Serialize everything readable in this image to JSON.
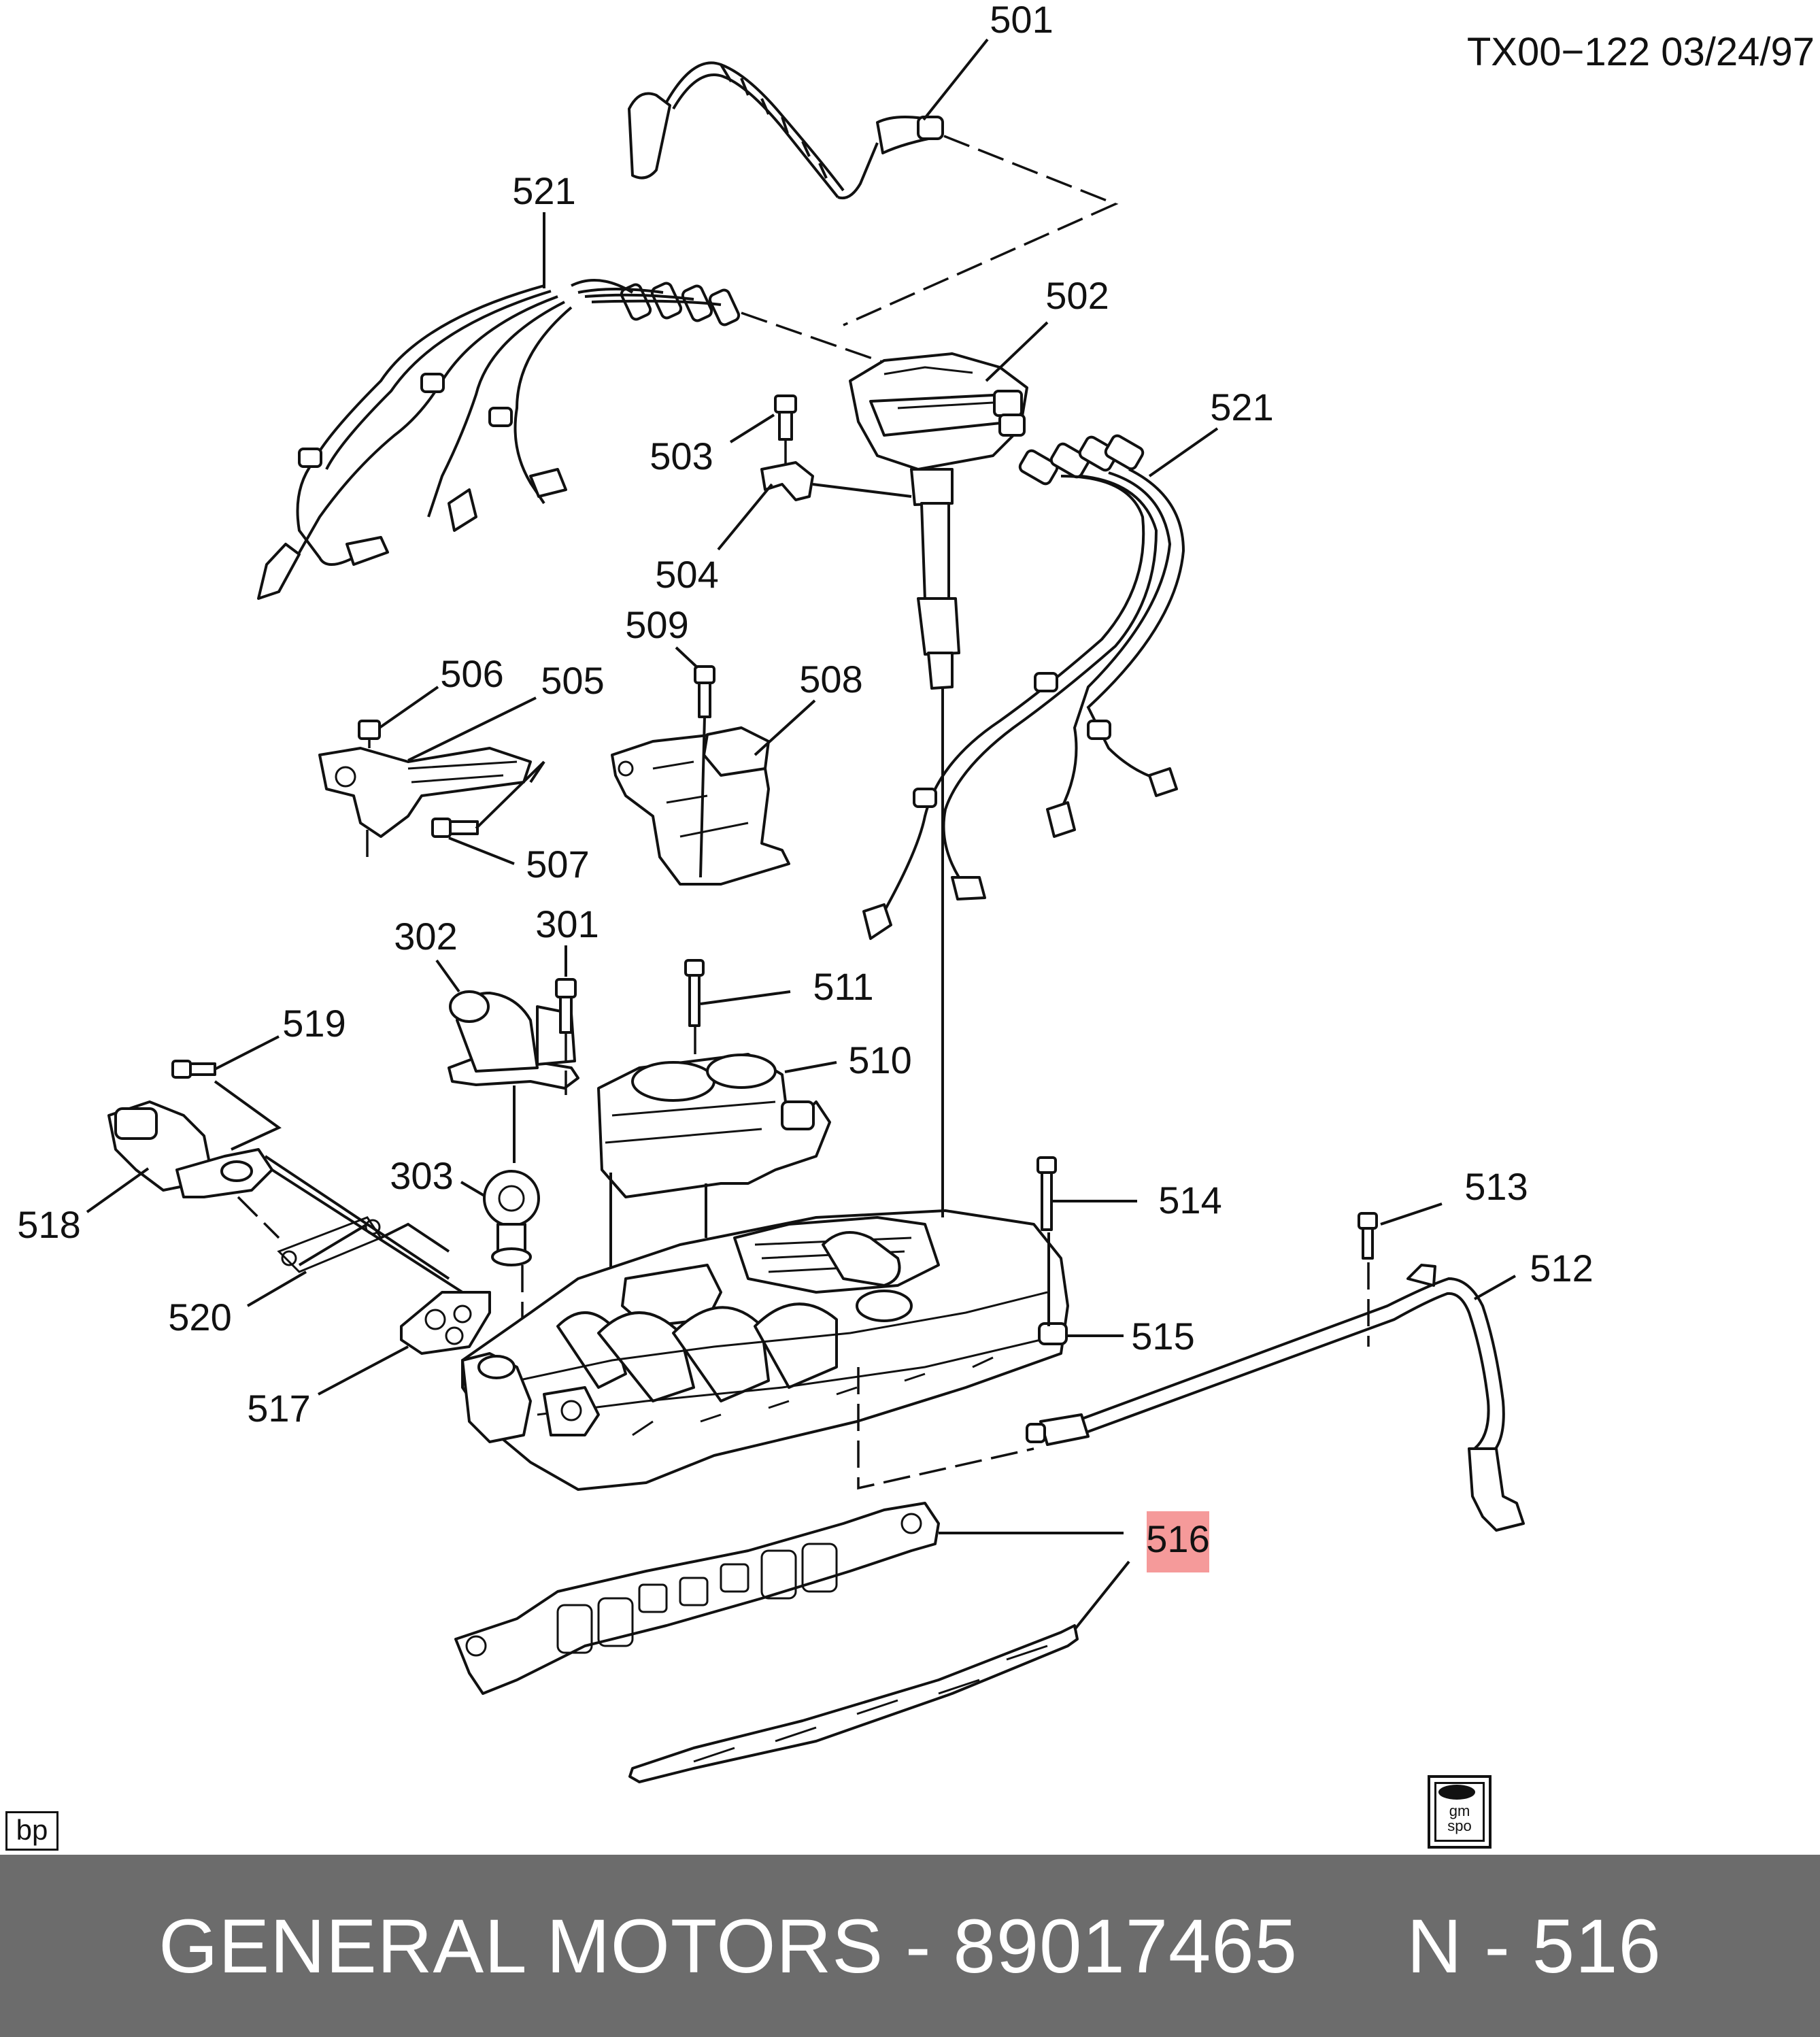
{
  "header": {
    "reference": "TX00−122  03/24/97"
  },
  "callouts": {
    "c501": "501",
    "c502": "502",
    "c503": "503",
    "c504": "504",
    "c505": "505",
    "c506": "506",
    "c507": "507",
    "c508": "508",
    "c509": "509",
    "c510": "510",
    "c511": "511",
    "c512": "512",
    "c513": "513",
    "c514": "514",
    "c515": "515",
    "c516": "516",
    "c517": "517",
    "c518": "518",
    "c519": "519",
    "c520": "520",
    "c521a": "521",
    "c521b": "521",
    "c301": "301",
    "c302": "302",
    "c303": "303"
  },
  "highlight": {
    "callout": "516",
    "color": "#f59a9a"
  },
  "badge": {
    "text": "bp"
  },
  "logo": {
    "line1": "gm",
    "line2": "spo"
  },
  "footer": {
    "text": "GENERAL MOTORS - 89017465     N - 516",
    "background": "#6c6c6c",
    "text_color": "#ffffff"
  }
}
